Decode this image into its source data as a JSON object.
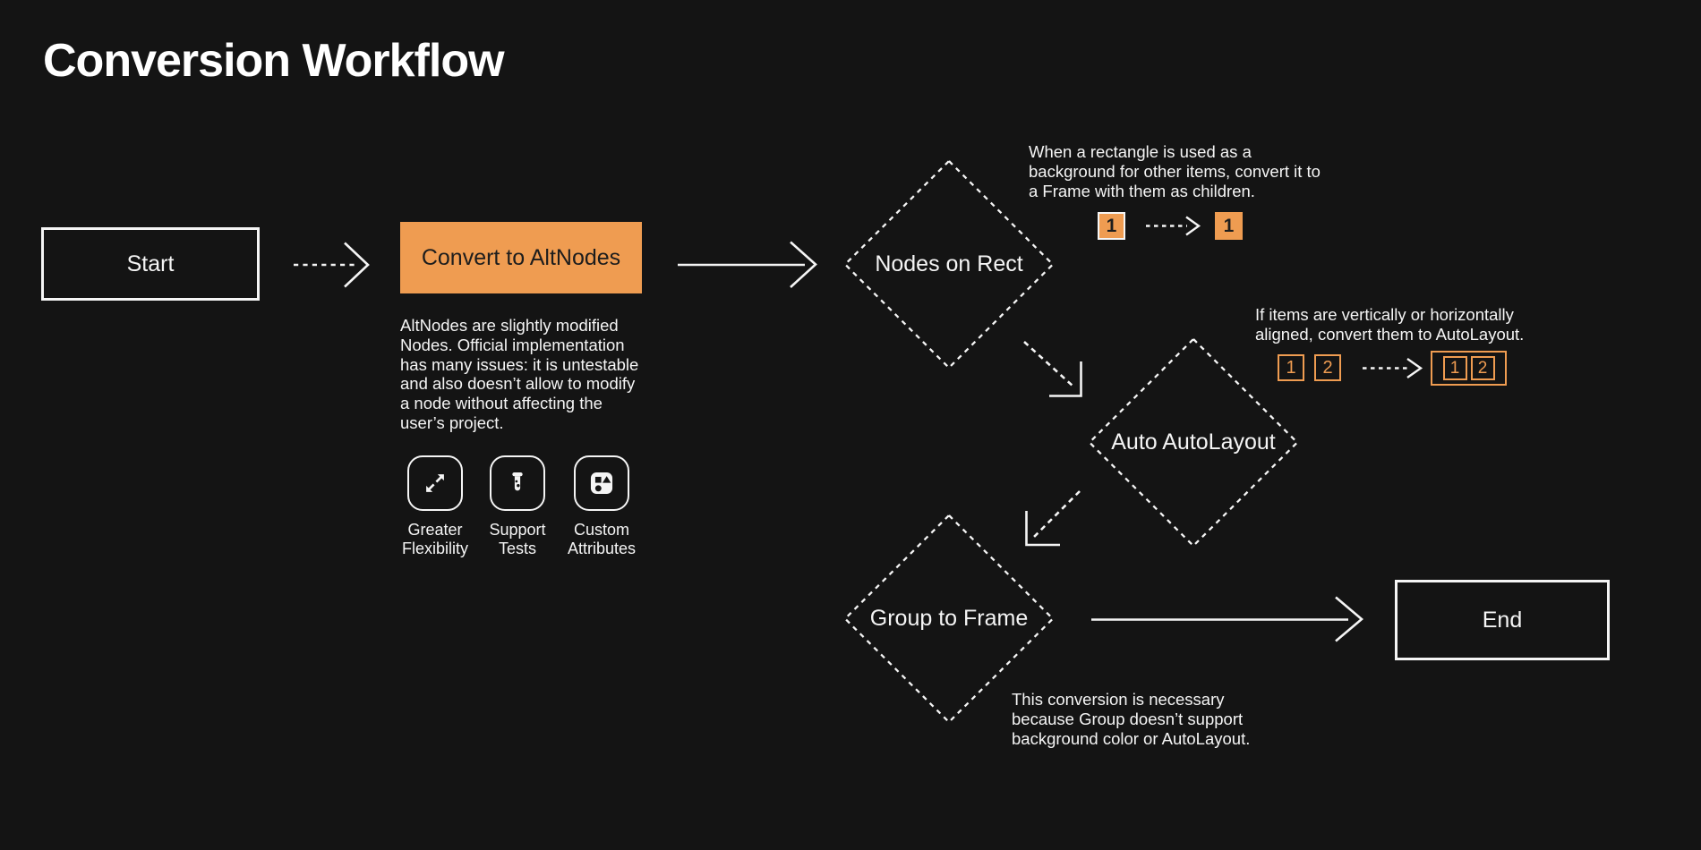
{
  "colors": {
    "bg": "#141414",
    "ink": "#F5F5F5",
    "ink-dark": "#1D1D1D",
    "accent": "#EF9C51"
  },
  "title": "Conversion Workflow",
  "nodes": {
    "start": "Start",
    "convert": "Convert to AltNodes",
    "nodes_on_rect": "Nodes on Rect",
    "auto_autolayout": "Auto AutoLayout",
    "group_to_frame": "Group to Frame",
    "end": "End"
  },
  "convert_info": {
    "description": "AltNodes are slightly modified Nodes. Official implementation has many issues: it is untestable and also doesn’t allow to modify a node without affecting the user’s project.",
    "features": [
      {
        "icon": "expand-arrows-icon",
        "label": "Greater Flexibility"
      },
      {
        "icon": "test-tube-icon",
        "label": "Support Tests"
      },
      {
        "icon": "shapes-icon",
        "label": "Custom Attributes"
      }
    ]
  },
  "notes": {
    "rect": {
      "text": "When a rectangle is used as a background for other items, convert it to a Frame with them as children.",
      "before": [
        "1"
      ],
      "after": [
        "1"
      ]
    },
    "autolayout": {
      "text": "If items are vertically or horizontally aligned, convert them to AutoLayout.",
      "before": [
        "1",
        "2"
      ],
      "after": [
        "1",
        "2"
      ]
    },
    "group": {
      "text": "This conversion is necessary because Group doesn’t support background color or AutoLayout."
    }
  }
}
